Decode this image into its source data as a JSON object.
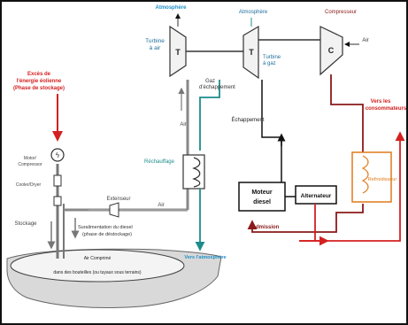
{
  "colors": {
    "teal": "#1d8c8c",
    "blue_text": "#1f8fc8",
    "red": "#d42020",
    "orange": "#e07a1a",
    "dark_red": "#8a1a1a",
    "gray": "#7f7f7f",
    "black": "#111111"
  },
  "labels": {
    "atm_left": "Atmosphère",
    "atm_mid": "Atmosphère",
    "compresseur": "Compresseur",
    "turbine_air": [
      "Turbine",
      "à air"
    ],
    "turbine_gaz": [
      "Turbine",
      "à gaz"
    ],
    "t_left": "T",
    "t_right": "T",
    "c_label": "C",
    "air_in": "Air",
    "gaz_echappement": [
      "Gaz",
      "d'échappement"
    ],
    "excess": [
      "Excès de",
      "l'énergie éolienne",
      "(Phase de stockage)"
    ],
    "vers_consommateurs": [
      "Vers les",
      "consommateurs"
    ],
    "echappement": "Échappement",
    "air_rechauffage": "Air",
    "rechauffage": "Réchauffage",
    "refroidisseur": "Refroidisseur",
    "motor_compressor": [
      "Motor/",
      "Compressor"
    ],
    "cooler_dryer": "Cooler/Dryer",
    "stockage": "Stockage",
    "extenseur": "Extenseur",
    "air_pipe": "Air",
    "suralimentation": [
      "Suralimentation du diesel",
      "(phase de déstockage)"
    ],
    "moteur_diesel": [
      "Moteur",
      "diesel"
    ],
    "alternateur": "Alternateur",
    "admission": "Admission",
    "vers_atmosphere": "Vers l'atmosphère",
    "air_comprime": "Air Comprimé",
    "bouteilles": "dans des bouteilles (ou tuyaux sous terrains)"
  }
}
